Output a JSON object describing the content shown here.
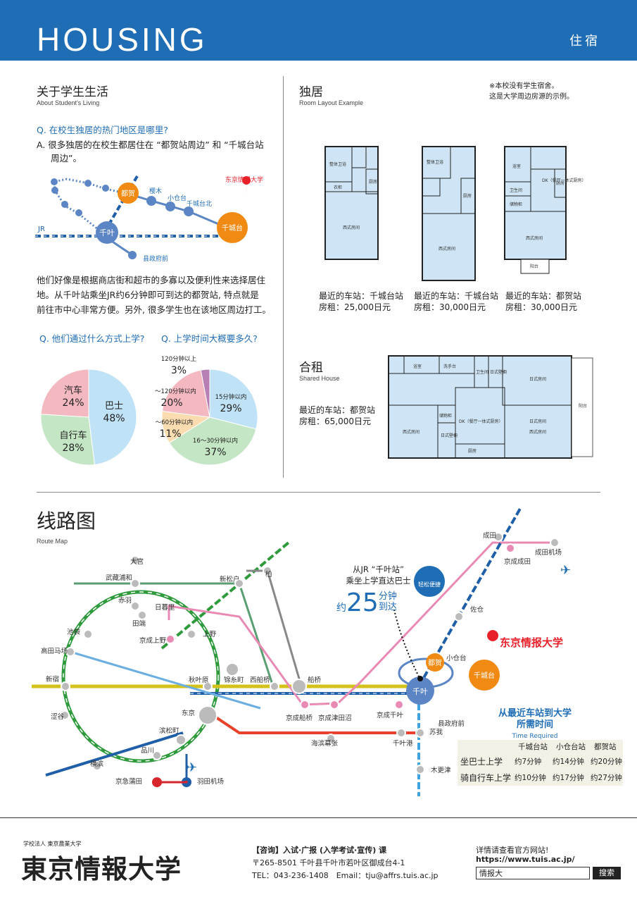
{
  "header": {
    "title": "HOUSING",
    "subtitle": "住宿"
  },
  "student_life": {
    "heading": "关于学生生活",
    "heading_en": "About Student's Living",
    "q1": "Q.  在校生独居的热门地区是哪里?",
    "a1_line1": "A.  很多独居的在校生都居住在 “都贺站周边” 和 “千城台站",
    "a1_line2": "周边”。",
    "paragraph": [
      "他们好像是根据商店街和超市的多寡以及便利性来选择居住",
      "地。从千叶站乘坐JR约6分钟即可到达的都贺站, 特点就是",
      "前往市中心非常方便。另外, 很多学生也在该地区周边打工。"
    ],
    "q2": "Q. 他们通过什么方式上学?",
    "q3": "Q. 上学时间大概要多久?"
  },
  "local_map": {
    "university": "东京情报大学",
    "jr": "JR",
    "stations": {
      "tsuga": "都贺",
      "chiba": "千叶",
      "chishirodai": "千城台",
      "sakuragi": "樱木",
      "ogura": "小仓台",
      "chishirodai_kita": "千城台北",
      "kencho": "县政府前"
    }
  },
  "pie_transport": {
    "slices": [
      {
        "label": "巴士",
        "value": 48,
        "text": "48%",
        "color": "#bfe2f6"
      },
      {
        "label": "自行车",
        "value": 28,
        "text": "28%",
        "color": "#c4e6c4"
      },
      {
        "label": "汽车",
        "value": 24,
        "text": "24%",
        "color": "#f4b8c0"
      }
    ]
  },
  "pie_time": {
    "slices": [
      {
        "label": "15分钟以内",
        "value": 29,
        "text": "29%",
        "color": "#bfe2f6"
      },
      {
        "label": "16～30分钟以内",
        "value": 37,
        "text": "37%",
        "color": "#c4e6c4"
      },
      {
        "label": "31～60分钟以内",
        "value": 11,
        "text": "11%",
        "color": "#fbdcb0"
      },
      {
        "label": "61～120分钟以内",
        "value": 20,
        "text": "20%",
        "color": "#f4b8c0"
      },
      {
        "label": "120分钟以上",
        "value": 3,
        "text": "3%",
        "color": "#b77fb3"
      }
    ]
  },
  "single": {
    "heading": "独居",
    "heading_en": "Room Layout Example",
    "note_line1": "※本校没有学生宿舍。",
    "note_line2": "这是大学周边房源的示例。",
    "rooms": [
      {
        "station": "最近的车站：千城台站",
        "rent": "房租：25,000日元",
        "labels": [
          "整体卫浴",
          "衣柜",
          "厨房",
          "西式房间"
        ]
      },
      {
        "station": "最近的车站：千城台站",
        "rent": "房租：30,000日元",
        "labels": [
          "整体卫浴",
          "厨房",
          "西式房间"
        ]
      },
      {
        "station": "最近的车站：都贺站",
        "rent": "房租：30,000日元",
        "labels": [
          "浴室",
          "卫生间",
          "储物柜",
          "DK（餐厅一体式厨房）",
          "厨房",
          "西式房间",
          "阳台"
        ]
      }
    ]
  },
  "shared": {
    "heading": "合租",
    "heading_en": "Shared House",
    "station": "最近的车站：都贺站",
    "rent": "房租：65,000日元",
    "labels": [
      "浴室",
      "洗手台",
      "卫生间",
      "日式壁橱",
      "日式房间",
      "储物柜",
      "DK（餐厅一体式厨房）",
      "西式房间",
      "日式壁橱",
      "厨房",
      "西式房间",
      "日式房间",
      "阳台"
    ]
  },
  "route": {
    "heading": "线路图",
    "heading_en": "Route Map",
    "bus_line1": "从JR “千叶站”",
    "bus_line2": "乘坐上学直达巴士",
    "bus_approx": "约",
    "bus_num": "25",
    "bus_min": "分钟",
    "bus_arrive": "到达",
    "bus_badge": "轻松便捷",
    "university": "东京情报大学",
    "stations": [
      "大宫",
      "武藏浦和",
      "赤羽",
      "日暮里",
      "田端",
      "京成上野",
      "池袋",
      "高田马场",
      "新宿",
      "涩谷",
      "上野",
      "新松户",
      "柏",
      "秋叶原",
      "锦糸町",
      "西船桥",
      "船桥",
      "东京",
      "滨松町",
      "品川",
      "横滨",
      "京急蒲田",
      "羽田机场",
      "京成船桥",
      "京成津田沼",
      "京成千叶",
      "海滨幕张",
      "千叶港",
      "千叶",
      "都贺",
      "小仓台",
      "千城台",
      "县政府前",
      "苏我",
      "木更津",
      "佐仓",
      "成田",
      "京成成田",
      "成田机场"
    ],
    "time_title": "从最近车站到大学",
    "time_title2": "所需时间",
    "time_en": "Time Required",
    "time_table": {
      "cols": [
        "千城台站",
        "小仓台站",
        "都贺站"
      ],
      "rows": [
        {
          "mode": "坐巴士上学",
          "vals": [
            "约7分钟",
            "约14分钟",
            "约20分钟"
          ]
        },
        {
          "mode": "骑自行车上学",
          "vals": [
            "约10分钟",
            "约17分钟",
            "约27分钟"
          ]
        }
      ]
    }
  },
  "footer": {
    "org_small": "学校法人 東京農業大学",
    "logo": "東京情報大学",
    "contact_title": "【咨询】入试·广报 (入学考试·宣传) 课",
    "address": "〒265-8501 千叶县千叶市若叶区御成台4-1",
    "tel": "TEL：043-236-1408　Email：tju@affrs.tuis.ac.jp",
    "site_label": "详情请查看官方网站!",
    "url": "https://www.tuis.ac.jp/",
    "search_value": "情报大",
    "search_button": "搜索"
  }
}
